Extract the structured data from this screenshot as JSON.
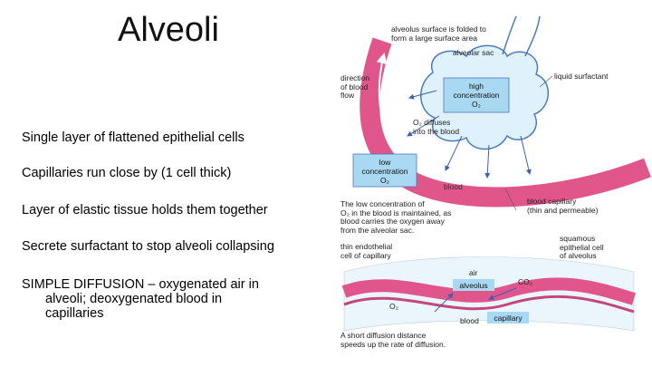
{
  "slide": {
    "title": "Alveoli",
    "bullets": [
      "Single layer of flattened epithelial cells",
      "Capillaries run close by (1 cell thick)",
      "Layer of elastic tissue holds them together",
      "Secrete surfactant to stop alveoli collapsing"
    ],
    "last_bullet_line1": "SIMPLE DIFFUSION – oxygenated air in",
    "last_bullet_line2": "alveoli; deoxygenated blood in",
    "last_bullet_line3": "capillaries"
  },
  "figure": {
    "surface_note_line1": "alveolus surface is folded to",
    "surface_note_line2": "form a large surface area",
    "alveolar_sac": "alveolar sac",
    "liquid_surfactant": "liquid surfactant",
    "direction_line1": "direction",
    "direction_line2": "of blood",
    "direction_line3": "flow",
    "high_line1": "high",
    "high_line2": "concentration",
    "high_line3": "O₂",
    "diffuses_line1": "O₂ diffuses",
    "diffuses_line2": "into the blood",
    "low_line1": "low",
    "low_line2": "concentration",
    "low_line3": "O₂",
    "blood": "blood",
    "capillary_line1": "blood capillary",
    "capillary_line2": "(thin and permeable)",
    "low_conc_note_line1": "The low concentration of",
    "low_conc_note_line2": "O₂ in the blood is maintained, as",
    "low_conc_note_line3": "blood carries the oxygen away",
    "low_conc_note_line4": "from the alveolar sac.",
    "endothelial_line1": "thin endothelial",
    "endothelial_line2": "cell of capillary",
    "squamous_line1": "squamous",
    "squamous_line2": "epithelial cell",
    "squamous_line3": "of alveolus",
    "air": "air",
    "alveolus": "alveolus",
    "co2": "CO₂",
    "o2": "O₂",
    "capillary": "capillary",
    "blood_lower": "blood",
    "short_line1": "A short diffusion distance",
    "short_line2": "speeds up the rate of diffusion.",
    "colors": {
      "vessel": "#e0558a",
      "sac": "#dff1fb",
      "box": "#a9d8f2",
      "arrow": "#3a5fb5"
    }
  }
}
